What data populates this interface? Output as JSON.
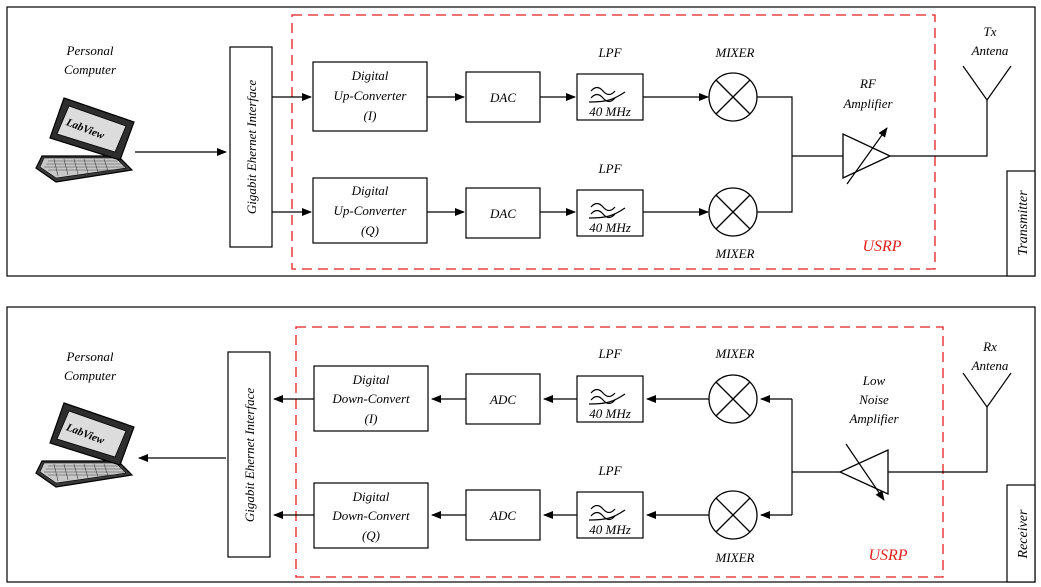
{
  "transmitter": {
    "pc_label": [
      "Personal",
      "Computer"
    ],
    "laptop_screen_text": "LabView",
    "interface_label": "Gigabit Ehernet Interface",
    "duc_i": [
      "Digital",
      "Up-Converter",
      "(I)"
    ],
    "duc_q": [
      "Digital",
      "Up-Converter",
      "(Q)"
    ],
    "dac_label": "DAC",
    "lpf_label": "LPF",
    "lpf_freq": "40 MHz",
    "mixer_label": "MIXER",
    "amp_label": [
      "RF",
      "Amplifier"
    ],
    "antenna_label": [
      "Tx",
      "Antena"
    ],
    "usrp_label": "USRP",
    "side_label": "Transmitter"
  },
  "receiver": {
    "pc_label": [
      "Personal",
      "Computer"
    ],
    "laptop_screen_text": "LabView",
    "interface_label": "Gigabit Ehernet Interface",
    "ddc_i": [
      "Digital",
      "Down-Convert",
      "(I)"
    ],
    "ddc_q": [
      "Digital",
      "Down-Convert",
      "(Q)"
    ],
    "adc_label": "ADC",
    "lpf_label": "LPF",
    "lpf_freq": "40 MHz",
    "mixer_label": "MIXER",
    "amp_label": [
      "Low",
      "Noise",
      "Amplifier"
    ],
    "antenna_label": [
      "Rx",
      "Antena"
    ],
    "usrp_label": "USRP",
    "side_label": "Receiver"
  },
  "colors": {
    "usrp_border": "#e41e1e",
    "line": "#000000"
  }
}
